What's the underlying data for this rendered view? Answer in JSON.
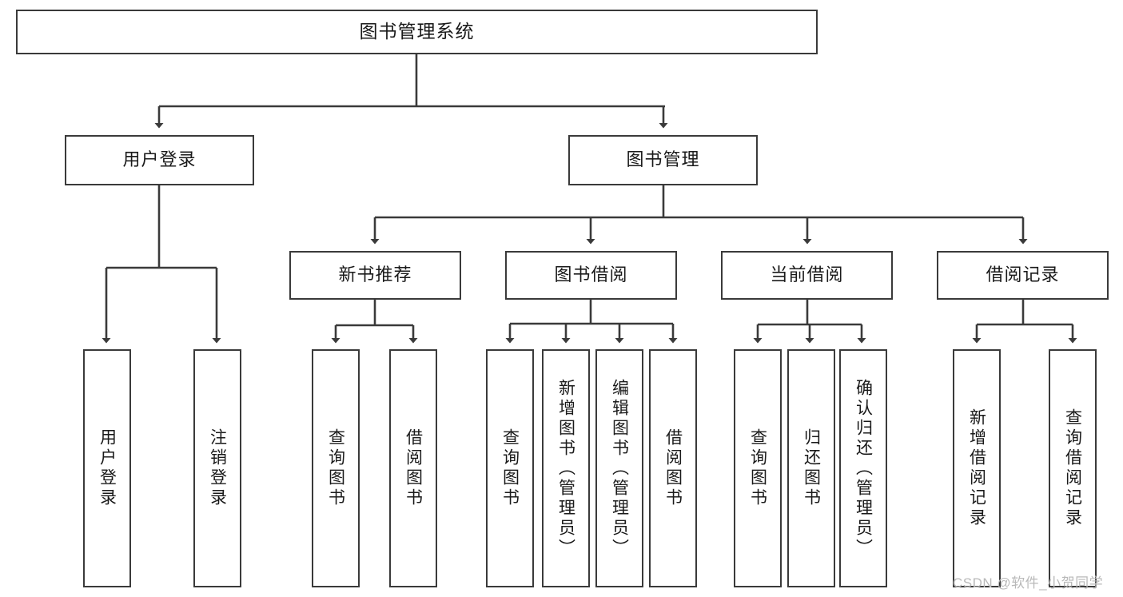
{
  "diagram": {
    "type": "hierarchy-tree",
    "title": "图书管理系统",
    "root": {
      "label": "图书管理系统"
    },
    "level2": [
      {
        "label": "用户登录"
      },
      {
        "label": "图书管理"
      }
    ],
    "level3": [
      {
        "label": "新书推荐"
      },
      {
        "label": "图书借阅"
      },
      {
        "label": "当前借阅"
      },
      {
        "label": "借阅记录"
      }
    ],
    "leaves": {
      "user_login": [
        {
          "label": "用户登录"
        },
        {
          "label": "注销登录"
        }
      ],
      "new_book_recommend": [
        {
          "label": "查询图书"
        },
        {
          "label": "借阅图书"
        }
      ],
      "book_borrow": [
        {
          "label": "查询图书"
        },
        {
          "label": "新增图书（管理员）"
        },
        {
          "label": "编辑图书（管理员）"
        },
        {
          "label": "借阅图书"
        }
      ],
      "current_borrow": [
        {
          "label": "查询图书"
        },
        {
          "label": "归还图书"
        },
        {
          "label": "确认归还（管理员）"
        }
      ],
      "borrow_record": [
        {
          "label": "新增借阅记录"
        },
        {
          "label": "查询借阅记录"
        }
      ]
    }
  },
  "watermark": {
    "text": "CSDN @软件_小贺同学"
  },
  "colors": {
    "border": "#3a3a3a",
    "background": "#ffffff",
    "text": "#1a1a1a",
    "watermark": "#b9b9b9"
  }
}
